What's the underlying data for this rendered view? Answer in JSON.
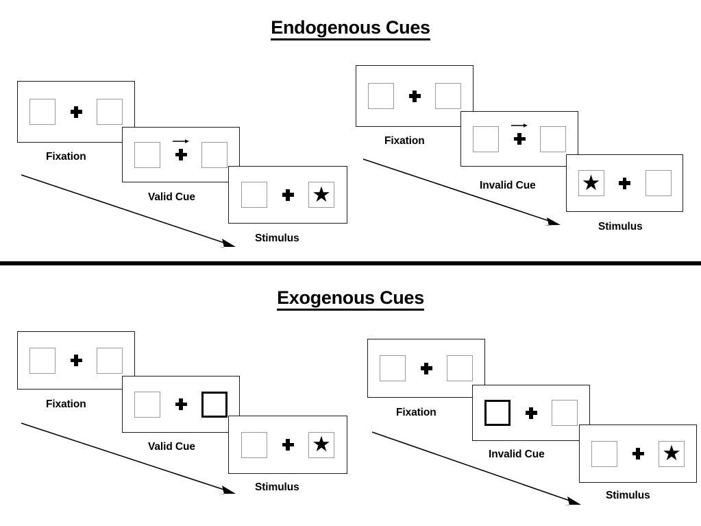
{
  "sections": [
    {
      "id": "endogenous",
      "title": "Endogenous Cues",
      "sequences": [
        {
          "id": "endogenous-valid",
          "frames": [
            {
              "caption": "Fixation",
              "cue": "none",
              "left_box": "empty",
              "right_box": "empty"
            },
            {
              "caption": "Valid Cue",
              "cue": "arrow-right",
              "left_box": "empty",
              "right_box": "empty"
            },
            {
              "caption": "Stimulus",
              "cue": "none",
              "left_box": "empty",
              "right_box": "star"
            }
          ]
        },
        {
          "id": "endogenous-invalid",
          "frames": [
            {
              "caption": "Fixation",
              "cue": "none",
              "left_box": "empty",
              "right_box": "empty"
            },
            {
              "caption": "Invalid Cue",
              "cue": "arrow-right",
              "left_box": "empty",
              "right_box": "empty"
            },
            {
              "caption": "Stimulus",
              "cue": "none",
              "left_box": "star",
              "right_box": "empty"
            }
          ]
        }
      ]
    },
    {
      "id": "exogenous",
      "title": "Exogenous Cues",
      "sequences": [
        {
          "id": "exogenous-valid",
          "frames": [
            {
              "caption": "Fixation",
              "cue": "none",
              "left_box": "empty",
              "right_box": "empty"
            },
            {
              "caption": "Valid Cue",
              "cue": "none",
              "left_box": "empty",
              "right_box": "highlighted"
            },
            {
              "caption": "Stimulus",
              "cue": "none",
              "left_box": "empty",
              "right_box": "star"
            }
          ]
        },
        {
          "id": "exogenous-invalid",
          "frames": [
            {
              "caption": "Fixation",
              "cue": "none",
              "left_box": "empty",
              "right_box": "empty"
            },
            {
              "caption": "Invalid Cue",
              "cue": "none",
              "left_box": "highlighted",
              "right_box": "empty"
            },
            {
              "caption": "Stimulus",
              "cue": "none",
              "left_box": "empty",
              "right_box": "star"
            }
          ]
        }
      ]
    }
  ],
  "glyphs": {
    "star": "★",
    "fixation_cross": "plus-cross",
    "cue_arrow": "arrow-right"
  },
  "colors": {
    "ink": "#000000",
    "panel_border": "#1a1a1a",
    "box_border": "#9a9a9a",
    "box_border_highlighted": "#000000",
    "background": "#ffffff"
  }
}
